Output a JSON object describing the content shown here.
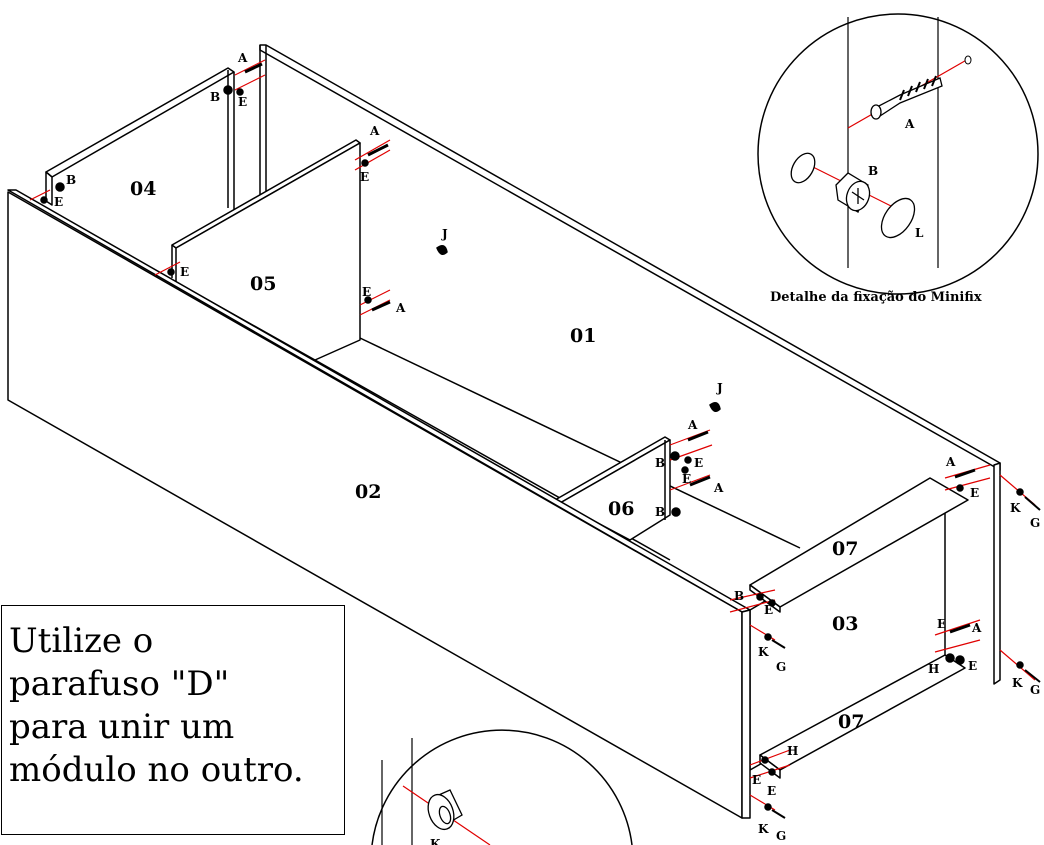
{
  "panels": {
    "p01": "01",
    "p02": "02",
    "p03": "03",
    "p04": "04",
    "p05": "05",
    "p06": "06",
    "p07_top": "07",
    "p07_bottom": "07"
  },
  "callouts": {
    "a1": "A",
    "b1": "B",
    "e1": "E",
    "b2": "B",
    "e2": "E",
    "a3": "A",
    "e3": "E",
    "e4": "E",
    "e5": "E",
    "a5": "A",
    "j1": "J",
    "j2": "J",
    "a6": "A",
    "b6": "B",
    "e6": "E",
    "e7": "E",
    "a7": "A",
    "b7": "B",
    "a8": "A",
    "e8": "E",
    "k1": "K",
    "g1": "G",
    "b9": "B",
    "e9": "E",
    "k2": "K",
    "g2": "G",
    "e10": "E",
    "a10": "A",
    "h1": "H",
    "e11": "E",
    "k3": "K",
    "g3": "G",
    "h2": "H",
    "e12": "E",
    "e13": "E",
    "k4": "K",
    "g4": "G"
  },
  "detail_top": {
    "caption": "Detalhe da fixação do Minifix",
    "label_a": "A",
    "label_b": "B",
    "label_l": "L"
  },
  "detail_bottom": {
    "label_k": "K"
  },
  "note": {
    "line1": "Utilize o",
    "line2": "parafuso \"D\"",
    "line3": "para unir um",
    "line4": "módulo no outro."
  },
  "colors": {
    "line": "#000000",
    "axis": "#e00000",
    "background": "#ffffff"
  }
}
